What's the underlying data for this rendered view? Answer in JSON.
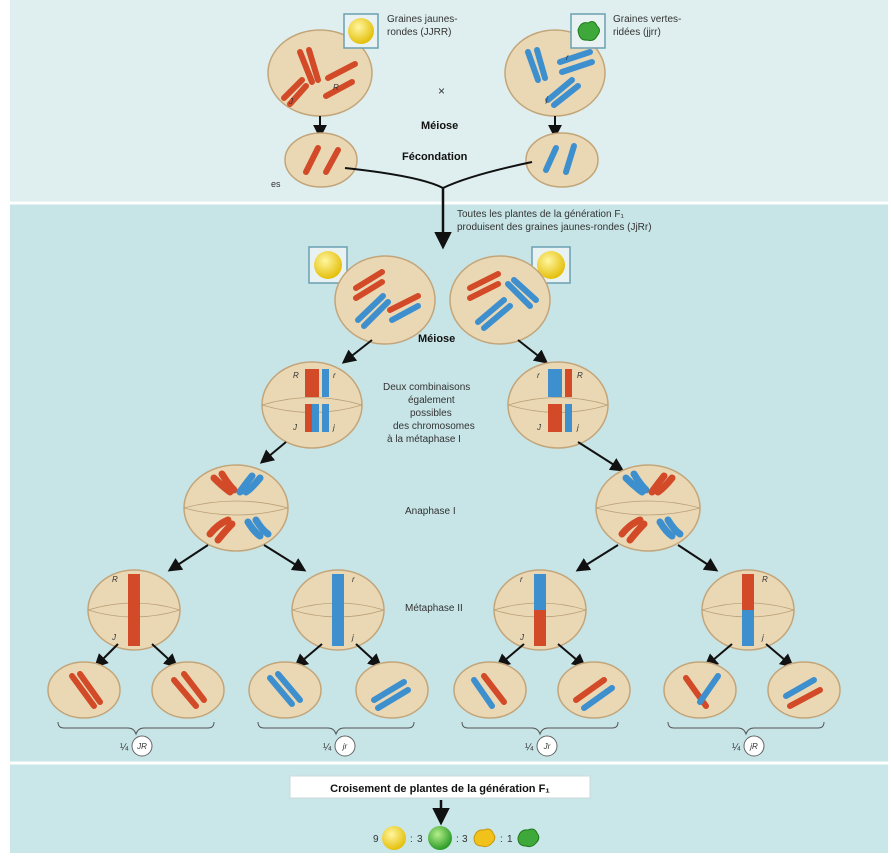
{
  "parents": {
    "left_label_line1": "Graines jaunes-",
    "left_label_line2": "rondes (JJRR)",
    "right_label_line1": "Graines vertes-",
    "right_label_line2": "ridées (jjrr)",
    "cross_symbol": "×",
    "meiosis": "Méiose",
    "fertilization": "Fécondation",
    "gametes_fragment": "es"
  },
  "f1": {
    "line1": "Toutes les plantes de la génération F₁",
    "line2": "produisent des graines jaunes-rondes (JjRr)",
    "meiosis": "Méiose",
    "metaphase1_lines": [
      "Deux combinaisons",
      "également",
      "possibles",
      "des chromosomes",
      "à la métaphase I"
    ],
    "anaphase1": "Anaphase I",
    "metaphase2": "Métaphase II"
  },
  "gamete_groups": [
    {
      "fraction": "¼",
      "genotype": "JR"
    },
    {
      "fraction": "¼",
      "genotype": "jr"
    },
    {
      "fraction": "¼",
      "genotype": "Jr"
    },
    {
      "fraction": "¼",
      "genotype": "jR"
    }
  ],
  "bottom": {
    "cross_title": "Croisement de plantes de la génération F₁",
    "ratio": [
      "9",
      ":",
      "3",
      ":",
      "3",
      ":",
      "1"
    ]
  },
  "colors": {
    "top_band": "#dfeeee",
    "middle_band": "#c7e4e6",
    "bottom_band": "#c9e6e8",
    "cell_fill": "#ead8b4",
    "cell_stroke": "#c3a57a",
    "chrom_orange": "#d24a28",
    "chrom_blue": "#3d8fce",
    "seed_yellow": "#f1d21a",
    "seed_green": "#3ea83a"
  }
}
